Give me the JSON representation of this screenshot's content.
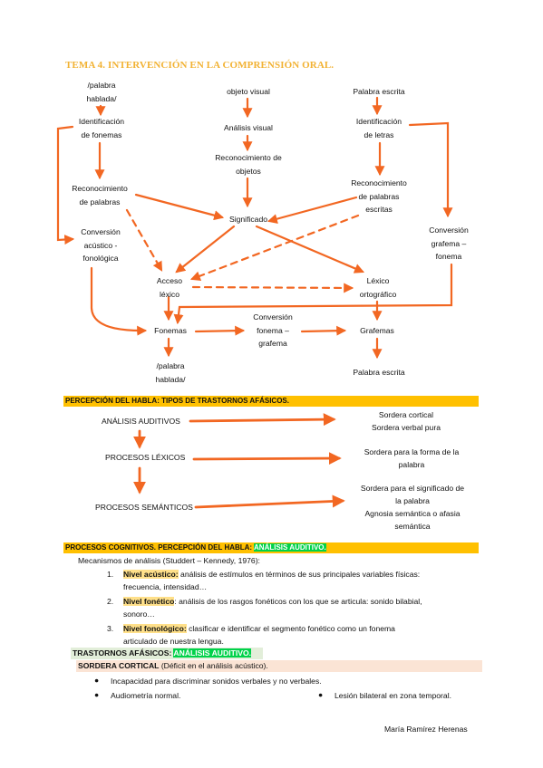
{
  "title": "TEMA 4. INTERVENCIÓN EN LA COMPRENSIÓN ORAL.",
  "diagram": {
    "palabra_hablada_top": [
      "/palabra",
      "hablada/"
    ],
    "identificacion_fonemas": [
      "Identificación",
      "de fonemas"
    ],
    "reconocimiento_palabras": [
      "Reconocimiento",
      "de palabras"
    ],
    "conversion_acustico": [
      "Conversión",
      "acústico -",
      "fonológica"
    ],
    "objeto_visual": "objeto visual",
    "analisis_visual": "Análisis visual",
    "reconocimiento_objetos": [
      "Reconocimiento de",
      "objetos"
    ],
    "significado": "Significado",
    "palabra_escrita_top": "Palabra escrita",
    "identificacion_letras": [
      "Identificación",
      "de letras"
    ],
    "reconocimiento_escritas": [
      "Reconocimiento",
      "de palabras",
      "escritas"
    ],
    "conversion_grafema": [
      "Conversión",
      "grafema –",
      "fonema"
    ],
    "acceso_lexico": [
      "Acceso",
      "léxico"
    ],
    "lexico_ortografico": [
      "Léxico",
      "ortográfico"
    ],
    "fonemas": "Fonemas",
    "conversion_fonema": [
      "Conversión",
      "fonema –",
      "grafema"
    ],
    "grafemas": "Grafemas",
    "palabra_hablada_bottom": [
      "/palabra",
      "hablada/"
    ],
    "palabra_escrita_bottom": "Palabra escrita"
  },
  "section2": {
    "header": "PERCEPCIÓN DEL HABLA: TIPOS DE TRASTORNOS AFÁSICOS.",
    "left": [
      "ANÁLISIS AUDITIVOS",
      "PROCESOS LÉXICOS",
      "PROCESOS SEMÁNTICOS"
    ],
    "right1": [
      "Sordera cortical",
      "Sordera verbal pura"
    ],
    "right2": [
      "Sordera para la forma de la",
      "palabra"
    ],
    "right3": [
      "Sordera para el significado de",
      "la palabra",
      "Agnosia semántica o afasia",
      "semántica"
    ]
  },
  "section3": {
    "header_prefix": "PROCESOS COGNITIVOS. PERCEPCIÓN DEL HABLA: ",
    "header_highlight": "ANÁLISIS AUDITIVO.",
    "intro": "Mecanismos de análisis (Studdert – Kennedy, 1976):",
    "items": [
      {
        "num": "1.",
        "label": "Nivel acústico:",
        "text1": " análisis de estímulos en términos de sus principales variables físicas:",
        "text2": "frecuencia, intensidad…"
      },
      {
        "num": "2.",
        "label": "Nivel fonético",
        "text1": ": análisis de los rasgos fonéticos con los que se articula: sonido bilabial,",
        "text2": "sonoro…"
      },
      {
        "num": "3.",
        "label": "Nivel fonológico:",
        "text1": " clasificar e identificar el segmento fonético como un fonema",
        "text2": "articulado de nuestra lengua."
      }
    ]
  },
  "section4": {
    "header_prefix": "TRASTORNOS AFÁSICOS: ",
    "header_highlight": "ANÁLISIS AUDITIVO.",
    "sub_bold": "SORDERA CORTICAL",
    "sub_rest": " (Déficit en el análisis acústico).",
    "bullets": [
      "Incapacidad para discriminar sonidos verbales y no verbales.",
      "Audiometría normal.",
      "Lesión bilateral en zona temporal."
    ]
  },
  "author": "María Ramírez Herenas",
  "colors": {
    "arrow": "#f26722",
    "title": "#f2b233",
    "header_bar": "#ffc000",
    "green_highlight": "#00d24a"
  }
}
